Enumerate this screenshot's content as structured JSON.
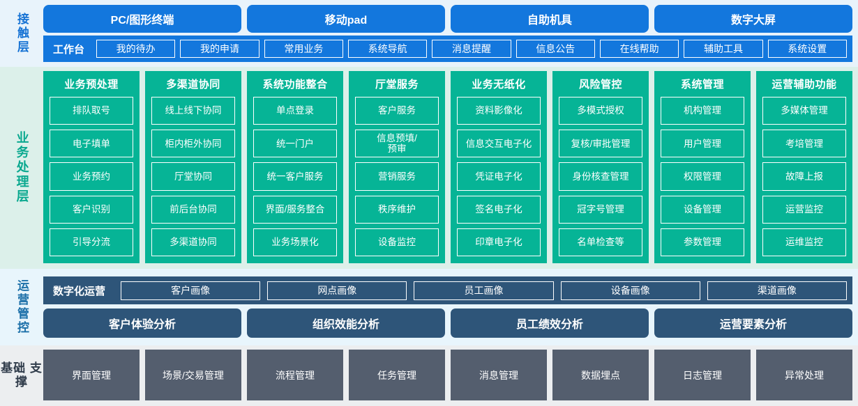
{
  "layers": {
    "contact": {
      "label": "接触层",
      "terminals": [
        {
          "label": "PC/图形终端"
        },
        {
          "label": "移动pad"
        },
        {
          "label": "自助机具"
        },
        {
          "label": "数字大屏"
        }
      ],
      "workbench_title": "工作台",
      "workbench_items": [
        {
          "label": "我的待办"
        },
        {
          "label": "我的申请"
        },
        {
          "label": "常用业务"
        },
        {
          "label": "系统导航"
        },
        {
          "label": "消息提醒"
        },
        {
          "label": "信息公告"
        },
        {
          "label": "在线帮助"
        },
        {
          "label": "辅助工具"
        },
        {
          "label": "系统设置"
        }
      ]
    },
    "business": {
      "label": "业务处理层",
      "columns": [
        {
          "title": "业务预处理",
          "items": [
            {
              "label": "排队取号"
            },
            {
              "label": "电子填单"
            },
            {
              "label": "业务预约"
            },
            {
              "label": "客户识别"
            },
            {
              "label": "引导分流"
            }
          ]
        },
        {
          "title": "多渠道协同",
          "items": [
            {
              "label": "线上线下协同"
            },
            {
              "label": "柜内柜外协同"
            },
            {
              "label": "厅堂协同"
            },
            {
              "label": "前后台协同"
            },
            {
              "label": "多渠道协同"
            }
          ]
        },
        {
          "title": "系统功能整合",
          "items": [
            {
              "label": "单点登录"
            },
            {
              "label": "统一门户"
            },
            {
              "label": "统一客户服务"
            },
            {
              "label": "界面/服务整合"
            },
            {
              "label": "业务场景化"
            }
          ]
        },
        {
          "title": "厅堂服务",
          "items": [
            {
              "label": "客户服务"
            },
            {
              "label": "信息预填/\n预审"
            },
            {
              "label": "营销服务"
            },
            {
              "label": "秩序维护"
            },
            {
              "label": "设备监控"
            }
          ]
        },
        {
          "title": "业务无纸化",
          "items": [
            {
              "label": "资料影像化"
            },
            {
              "label": "信息交互电子化"
            },
            {
              "label": "凭证电子化"
            },
            {
              "label": "签名电子化"
            },
            {
              "label": "印章电子化"
            }
          ]
        },
        {
          "title": "风险管控",
          "items": [
            {
              "label": "多模式授权"
            },
            {
              "label": "复核/审批管理"
            },
            {
              "label": "身份核查管理"
            },
            {
              "label": "冠字号管理"
            },
            {
              "label": "名单检查等"
            }
          ]
        },
        {
          "title": "系统管理",
          "items": [
            {
              "label": "机构管理"
            },
            {
              "label": "用户管理"
            },
            {
              "label": "权限管理"
            },
            {
              "label": "设备管理"
            },
            {
              "label": "参数管理"
            }
          ]
        },
        {
          "title": "运营辅助功能",
          "items": [
            {
              "label": "多媒体管理"
            },
            {
              "label": "考培管理"
            },
            {
              "label": "故障上报"
            },
            {
              "label": "运营监控"
            },
            {
              "label": "运维监控"
            }
          ]
        }
      ]
    },
    "operations": {
      "label": "运营管控",
      "digital_title": "数字化运营",
      "portraits": [
        {
          "label": "客户画像"
        },
        {
          "label": "网点画像"
        },
        {
          "label": "员工画像"
        },
        {
          "label": "设备画像"
        },
        {
          "label": "渠道画像"
        }
      ],
      "analyses": [
        {
          "label": "客户体验分析"
        },
        {
          "label": "组织效能分析"
        },
        {
          "label": "员工绩效分析"
        },
        {
          "label": "运营要素分析"
        }
      ]
    },
    "foundation": {
      "label": "基础\n支撑",
      "items": [
        {
          "label": "界面管理"
        },
        {
          "label": "场景/交易管理"
        },
        {
          "label": "流程管理"
        },
        {
          "label": "任务管理"
        },
        {
          "label": "消息管理"
        },
        {
          "label": "数据埋点"
        },
        {
          "label": "日志管理"
        },
        {
          "label": "异常处理"
        }
      ]
    }
  },
  "colors": {
    "contact_bg": "#e8f3fb",
    "contact_blue": "#1377dd",
    "business_bg": "#dcf0ea",
    "business_green": "#06b496",
    "ops_bg": "#e8f5fc",
    "ops_navy": "#2e5579",
    "foundation_bg": "#eceef0",
    "foundation_gray": "#545e6e"
  }
}
